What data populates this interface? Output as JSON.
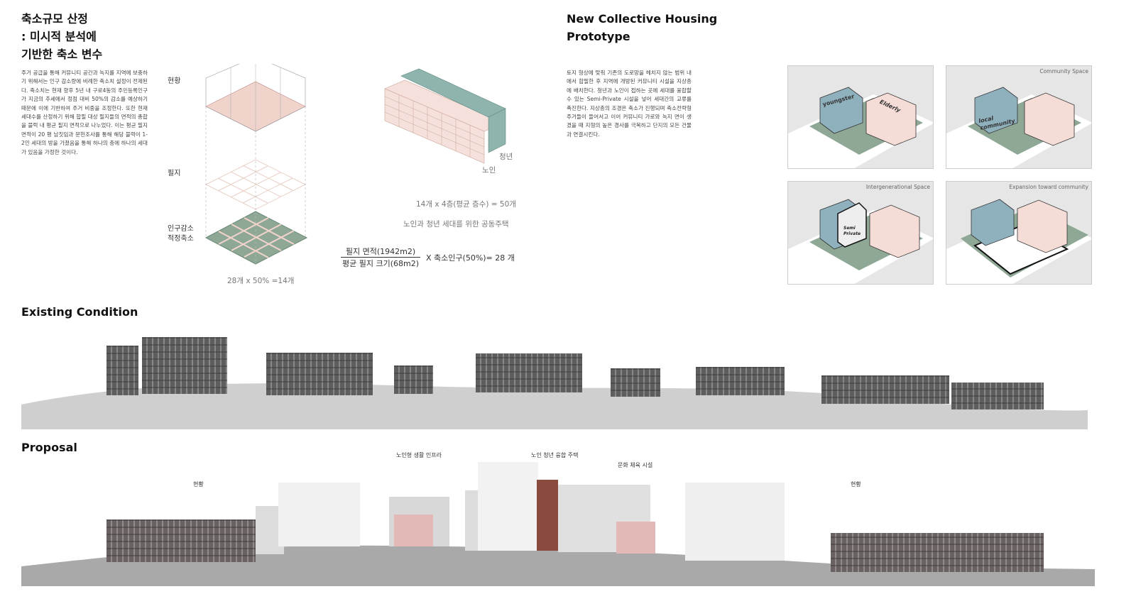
{
  "left": {
    "title_lines": [
      "축소규모 산정",
      ": 미시적 분석에",
      "기반한 축소 변수"
    ],
    "paragraph": "주거 공급을 통해 커뮤니티 공간과 녹지를 지역에 보충하기 위해서는 인구 감소량에 비례한 축소치 설정이 전제된다. 축소치는 현재 향후 5년 내 구로4동의 주민등록인구가 지금의 추세에서 정점 대비 50%의 감소를 예상하기 때문에 이에 기반하여 주거 비중을 조정한다. 또한 현재 세대수를 산정하기 위해 합필 대상 필지들의 면적의 총합을 블럭 내 평균 필지 면적으로 나누었다. 이는 평균 필지 면적이 20 평 남짓임과 문헌조사를 통해 해당 블럭이 1-2인 세대의 방을 가졌음을 통해 하나의 층에 하나의 세대가 있음을 가정한 것이다.",
    "layer_labels": [
      "현황",
      "필지",
      "인구감소",
      "적정축소"
    ],
    "calc1": "28개 x 50% =14개",
    "stack_labels": {
      "youth": "청년",
      "elderly": "노인"
    },
    "calc2": "14개 x 4층(평균 층수) = 50개",
    "calc3": "노인과 청년 세대를 위한 공동주택",
    "formula": {
      "numerator": "필지 면적(1942m2)",
      "denominator": "평균 필지 크기(68m2)",
      "rest": "X  축소인구(50%)=  28 개"
    }
  },
  "right": {
    "title_lines": [
      "New Collective Housing",
      "Prototype"
    ],
    "paragraph": "토지 형상에 맞춰 기존의 도로망을 헤치지 않는 범위 내에서 합필한 후 지역에 개방된 커뮤니티 시설을 지상층에 배치한다. 청년과 노인이 접하는 곳에 세대를 융합할 수 있는 Semi-Private 시설을 넣어 세대간의 교류를 촉진한다. 지상층의 조경은 축소가 진행되며 축소전략형 주거들이 들어서고 이어 커뮤니티 가로와 녹지 면이 생겼을 때 지형의 높은 경사를 극복하고 단지의 모든 건물과 연결시킨다.",
    "panels": [
      {
        "caption": "",
        "labels": [
          "youngster",
          "Elderly"
        ]
      },
      {
        "caption": "Community Space",
        "labels": [
          "local",
          "community"
        ]
      },
      {
        "caption": "Intergenerational Space",
        "labels": [
          "Semi",
          "Private"
        ]
      },
      {
        "caption": "Expansion toward community",
        "labels": []
      }
    ]
  },
  "existing": {
    "title": "Existing Condition"
  },
  "proposal": {
    "title": "Proposal",
    "labels": [
      "현황",
      "노인형 생활 인프라",
      "노인 청년 융합 주택",
      "문화 체육 시설",
      "현황"
    ]
  },
  "colors": {
    "pink": "#f0d4cc",
    "teal": "#8fb3ad",
    "green": "#8fa896",
    "blue": "#8fb0bd"
  }
}
